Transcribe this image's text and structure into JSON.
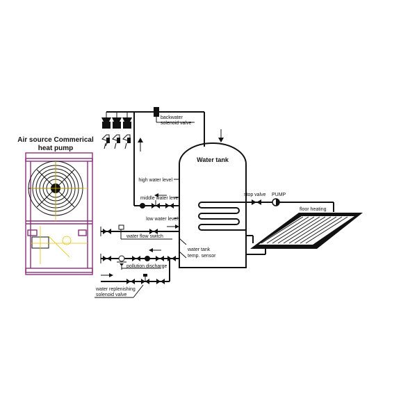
{
  "diagram": {
    "heat_pump_title_line1": "Air source Commerical",
    "heat_pump_title_line2": "heat pump",
    "tank_title": "Water tank",
    "backwater_valve_line1": "backwater",
    "backwater_valve_line2": "solenoid valve",
    "high_water_level": "high water level",
    "middle_water_level": "middle water level",
    "low_water_level": "low water level",
    "stop_valve": "stop valve",
    "pump": "PUMP",
    "floor_heating": "floor heating",
    "water_flow_switch": "water flow switch",
    "pollution_discharge": "pollution discharge",
    "temp_sensor_line1": "water tank",
    "temp_sensor_line2": "temp. sensor",
    "replenish_valve_line1": "water replenishing",
    "replenish_valve_line2": "solenoid valve",
    "colors": {
      "frame": "#8a2d7a",
      "accent": "#e2c200",
      "line": "#111111"
    }
  }
}
